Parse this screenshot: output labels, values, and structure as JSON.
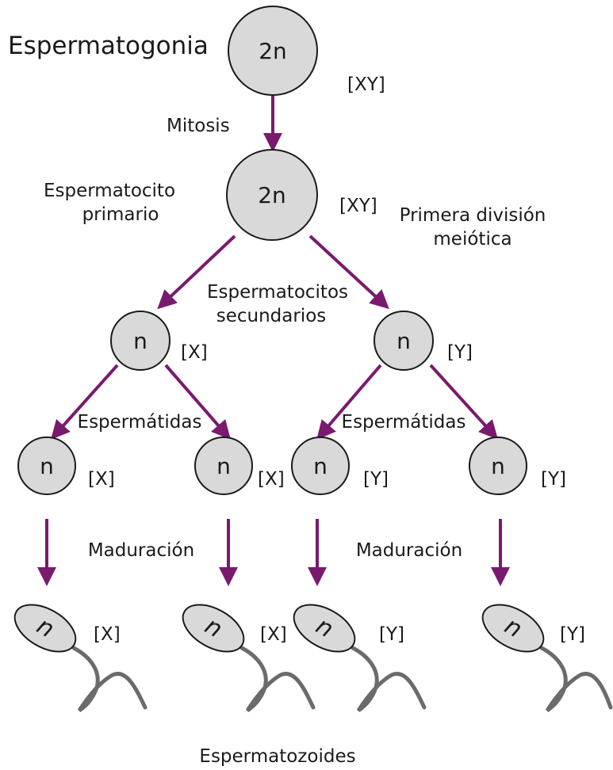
{
  "labels": {
    "spermatogonia": "Espermatogonia",
    "mitosis": "Mitosis",
    "primary_line1": "Espermatocito",
    "primary_line2": "primario",
    "meiosis_line1": "Primera división",
    "meiosis_line2": "meiótica",
    "secondary_line1": "Espermatocitos",
    "secondary_line2": "secundarios",
    "spermatids_left": "Espermátidas",
    "spermatids_right": "Espermátidas",
    "maturation_left": "Maduración",
    "maturation_right": "Maduración",
    "spermatozoa": "Espermatozoides"
  },
  "cells": {
    "spermatogonia": {
      "ploidy": "2n",
      "genotype": "[XY]"
    },
    "primary": {
      "ploidy": "2n",
      "genotype": "[XY]"
    },
    "secondary_x": {
      "ploidy": "n",
      "genotype": "[X]"
    },
    "secondary_y": {
      "ploidy": "n",
      "genotype": "[Y]"
    },
    "spermatids": [
      {
        "ploidy": "n",
        "genotype": "[X]"
      },
      {
        "ploidy": "n",
        "genotype": "[X]"
      },
      {
        "ploidy": "n",
        "genotype": "[Y]"
      },
      {
        "ploidy": "n",
        "genotype": "[Y]"
      }
    ],
    "spermatozoa": [
      {
        "ploidy": "n",
        "genotype": "[X]"
      },
      {
        "ploidy": "n",
        "genotype": "[X]"
      },
      {
        "ploidy": "n",
        "genotype": "[Y]"
      },
      {
        "ploidy": "n",
        "genotype": "[Y]"
      }
    ]
  },
  "colors": {
    "arrow": "#7a1a6e",
    "cell_fill": "#d9d9d9",
    "tail": "#6b6b6b"
  }
}
